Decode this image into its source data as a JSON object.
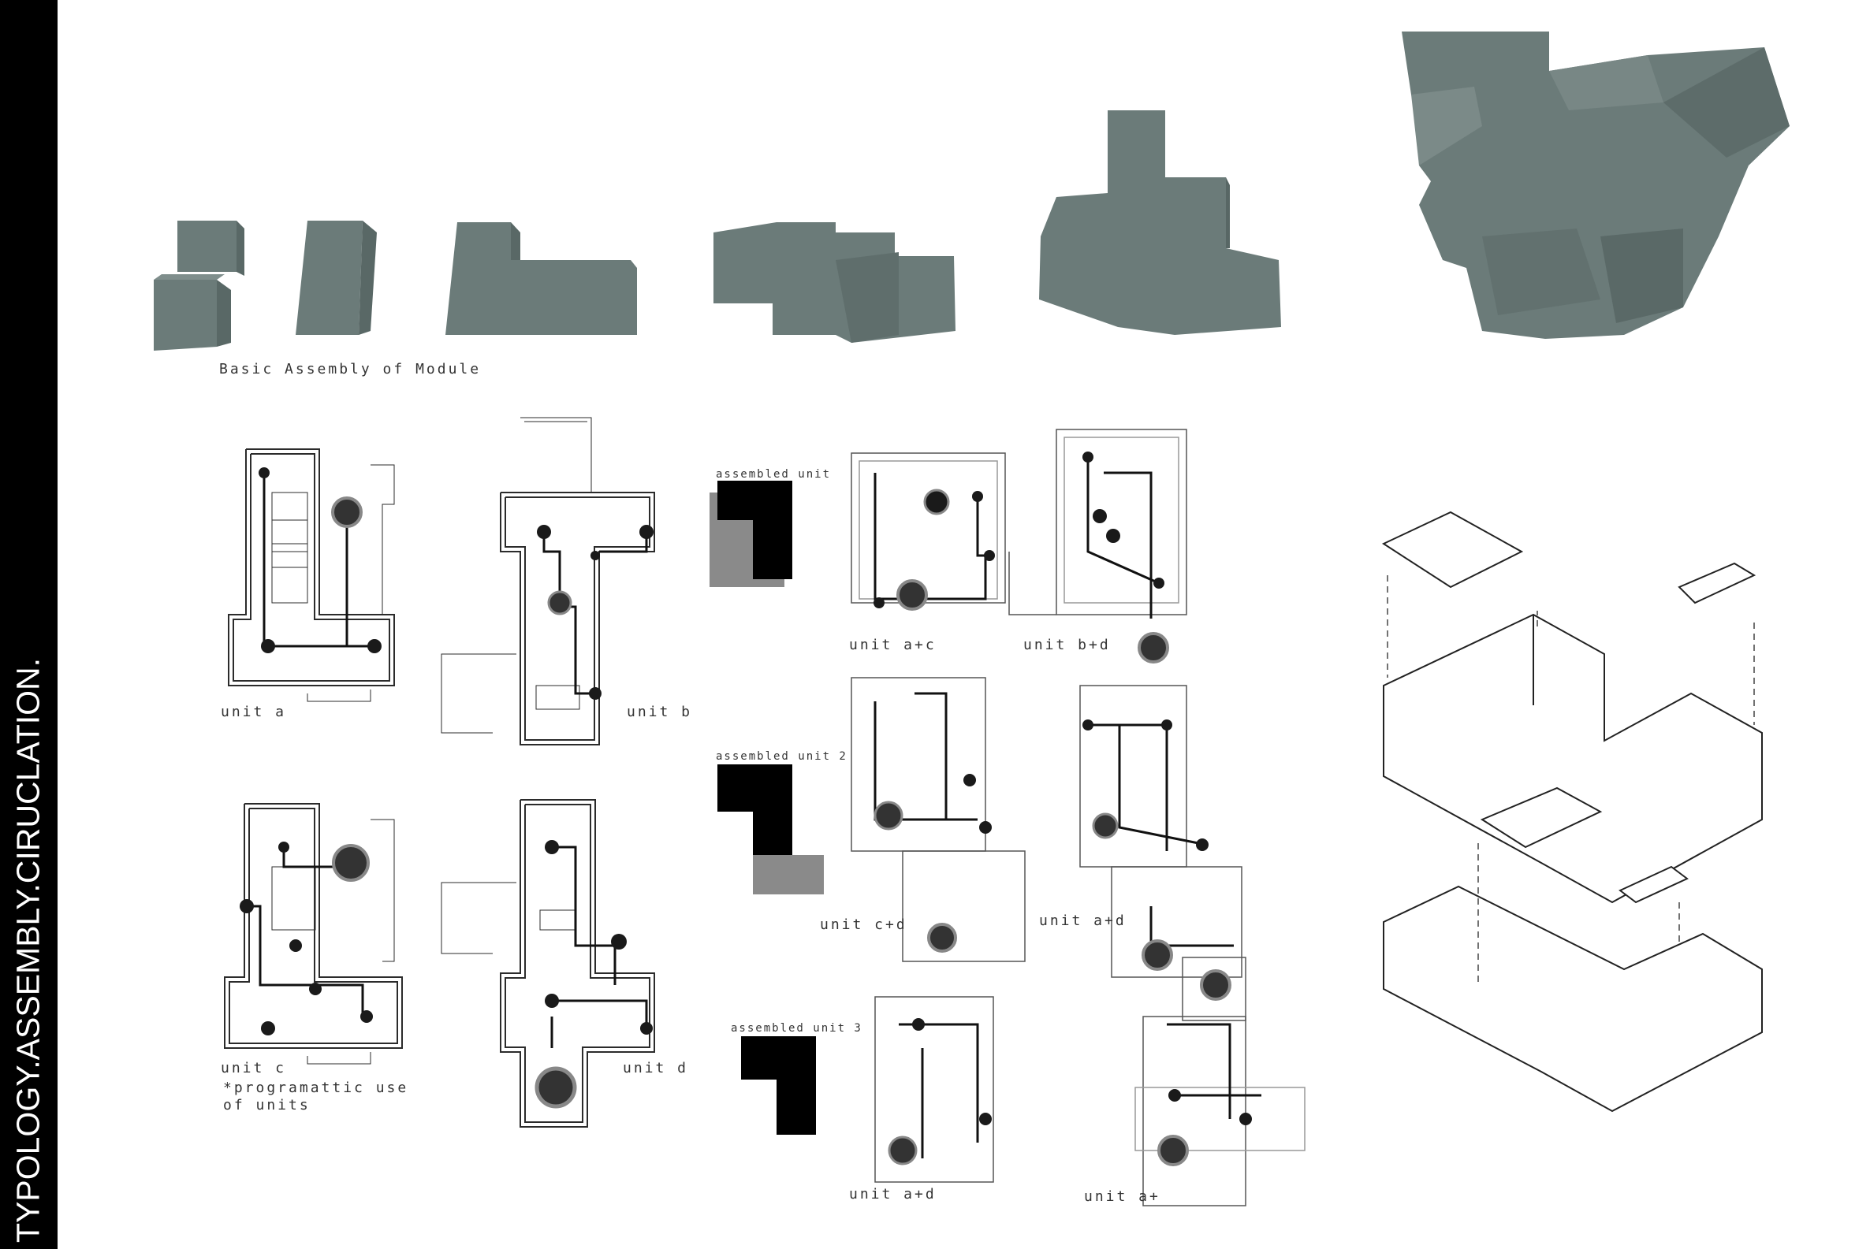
{
  "sidebar": {
    "title": "TYPOLOGY.ASSEMBLY.CIRUCLATION."
  },
  "labels": {
    "basic_assembly": "Basic Assembly of Module",
    "unit_a": "unit a",
    "unit_b": "unit b",
    "unit_c": "unit c",
    "unit_c_note": "*programattic use\nof units",
    "unit_d": "unit d",
    "assembled_unit": "assembled unit",
    "assembled_unit_2": "assembled unit 2",
    "assembled_unit_3": "assembled unit 3",
    "unit_a_c": "unit a+c",
    "unit_b_d": "unit b+d",
    "unit_c_d": "unit c+d",
    "unit_a_d_1": "unit a+d",
    "unit_a_d_2": "unit a+d",
    "unit_a_plus": "unit a+"
  },
  "colors": {
    "mass": "#6e7e7c",
    "mass_top": "#7f8f8d",
    "mass_side": "#5c6b69",
    "ink": "#2b2b2b",
    "grey_block": "#8a8a8a"
  }
}
